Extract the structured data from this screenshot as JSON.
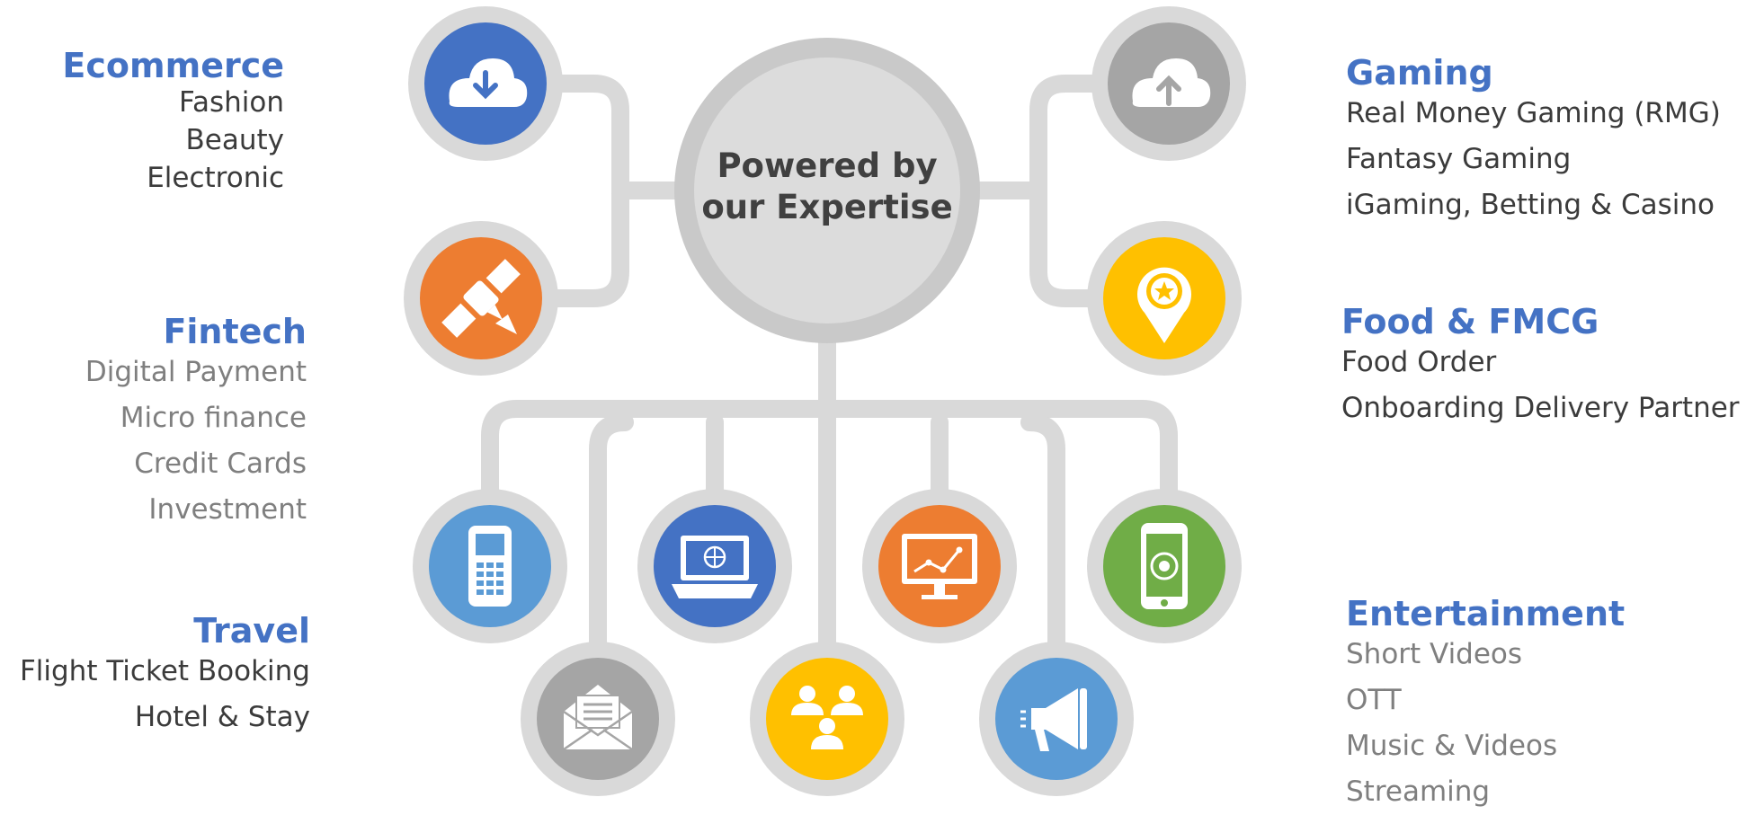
{
  "center": {
    "line1": "Powered by",
    "line2": "our Expertise"
  },
  "groups": {
    "ecommerce": {
      "title": "Ecommerce",
      "items": [
        "Fashion",
        "Beauty",
        "Electronic"
      ]
    },
    "fintech": {
      "title": "Fintech",
      "items": [
        "Digital Payment",
        "Micro finance",
        "Credit Cards",
        "Investment"
      ]
    },
    "travel": {
      "title": "Travel",
      "items": [
        "Flight Ticket Booking",
        "Hotel & Stay"
      ]
    },
    "gaming": {
      "title": "Gaming",
      "items": [
        "Real Money Gaming (RMG)",
        "Fantasy Gaming",
        "iGaming, Betting & Casino"
      ]
    },
    "food": {
      "title": "Food & FMCG",
      "items": [
        "Food Order",
        "Onboarding Delivery Partner"
      ]
    },
    "entertainment": {
      "title": "Entertainment",
      "items": [
        "Short Videos",
        "OTT",
        "Music & Videos",
        "Streaming"
      ]
    }
  },
  "icons": [
    {
      "name": "cloud-download-icon",
      "color": "#4472c4"
    },
    {
      "name": "satellite-icon",
      "color": "#ed7d31"
    },
    {
      "name": "cloud-upload-icon",
      "color": "#a5a5a5"
    },
    {
      "name": "map-pin-star-icon",
      "color": "#ffc000"
    },
    {
      "name": "mobile-phone-icon",
      "color": "#5b9bd5"
    },
    {
      "name": "laptop-globe-icon",
      "color": "#4472c4"
    },
    {
      "name": "monitor-chart-icon",
      "color": "#ed7d31"
    },
    {
      "name": "smartphone-target-icon",
      "color": "#70ad47"
    },
    {
      "name": "envelope-icon",
      "color": "#a5a5a5"
    },
    {
      "name": "team-icon",
      "color": "#ffc000"
    },
    {
      "name": "megaphone-icon",
      "color": "#5b9bd5"
    }
  ],
  "colors": {
    "heading": "#4472c4",
    "connector": "#d9d9d9",
    "center_fill": "#d9d9d9",
    "center_ring": "#bfbfbf"
  }
}
